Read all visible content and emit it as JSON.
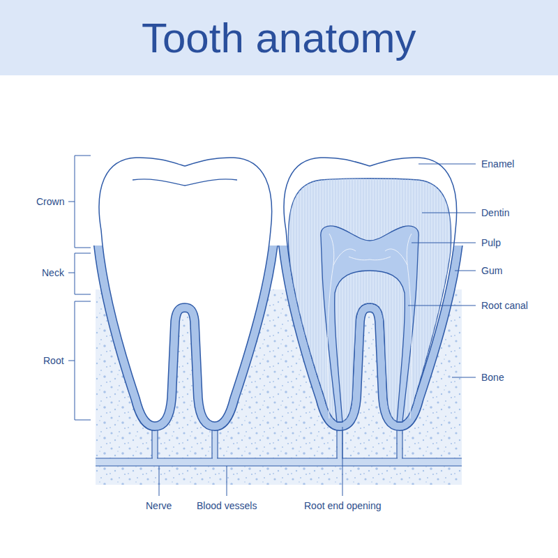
{
  "diagram": {
    "title": "Tooth anatomy",
    "labels": [
      "Crown",
      "Neck",
      "Root",
      "Enamel",
      "Dentin",
      "Pulp",
      "Gum",
      "Root canal",
      "Bone",
      "Nerve",
      "Blood vessels",
      "Root end opening"
    ]
  }
}
